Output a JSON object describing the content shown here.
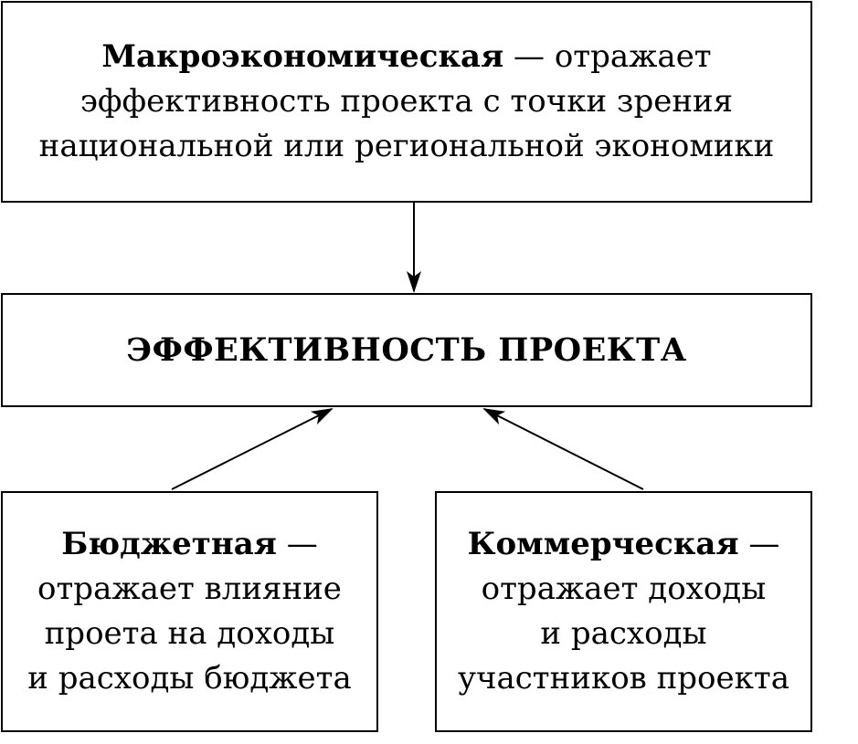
{
  "macro": {
    "title": "Макроэкономическая",
    "dash": " — ",
    "line1_rest": "отражает",
    "line2": "эффективность проекта с точки зрения",
    "line3": "национальной или региональной экономики"
  },
  "center": {
    "title": "ЭФФЕКТИВНОСТЬ ПРОЕКТА"
  },
  "budget": {
    "title": "Бюджетная",
    "dash": " —",
    "line2": "отражает влияние",
    "line3": "проета на доходы",
    "line4": "и расходы бюджета"
  },
  "commercial": {
    "title": "Коммерческая",
    "dash": " —",
    "line2": "отражает доходы",
    "line3": "и расходы",
    "line4": "участников проекта"
  }
}
